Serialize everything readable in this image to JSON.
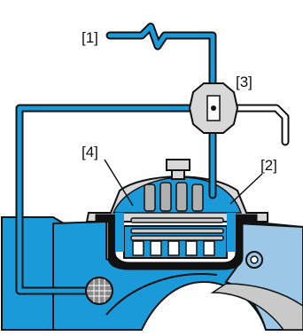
{
  "callouts": {
    "c1": "[1]",
    "c2": "[2]",
    "c3": "[3]",
    "c4": "[4]"
  },
  "colors": {
    "water": "#1a9ad8",
    "water_light": "#9cc7e6",
    "body_dark": "#111111",
    "metal_grey": "#c9c9c9",
    "spring_grey": "#b0b0b0",
    "background": "#ffffff"
  }
}
